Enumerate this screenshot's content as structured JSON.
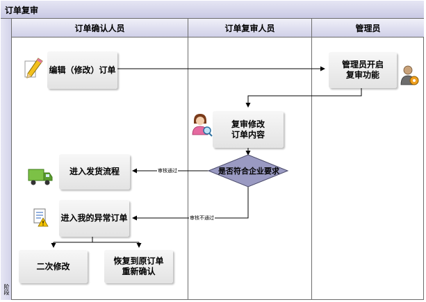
{
  "title": "订单复审",
  "phase_label": "阶段",
  "lanes": [
    {
      "id": "confirm",
      "label": "订单确认人员"
    },
    {
      "id": "review",
      "label": "订单复审人员"
    },
    {
      "id": "admin",
      "label": "管理员"
    }
  ],
  "nodes": {
    "edit_order": "编辑（修改）订单",
    "admin_enable": "管理员开启\n复审功能",
    "review_content": "复审修改\n订单内容",
    "decision": "是否符合企业要求",
    "shipping": "进入发货流程",
    "abnormal": "进入我的异常订单",
    "second_edit": "二次修改",
    "restore": "恢复到原订单\n重新确认"
  },
  "edges": {
    "pass": "审核通过",
    "fail": "审核不通过"
  },
  "colors": {
    "lane_header": "#d0d0e8",
    "decision_fill": "#9a9ac2",
    "node_fill": "#e6e6e6",
    "line": "#000000"
  },
  "icons": [
    "pencil-icon",
    "admin-gear-icon",
    "reviewer-search-icon",
    "truck-icon",
    "document-warning-icon"
  ]
}
